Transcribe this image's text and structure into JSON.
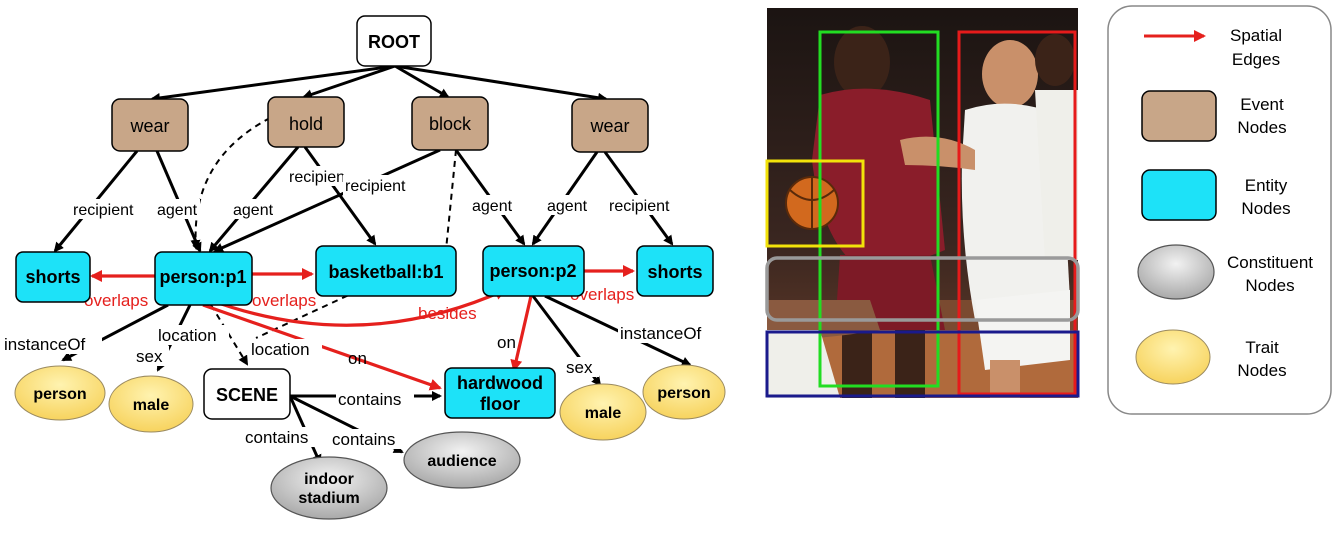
{
  "graph": {
    "nodes": {
      "root": "ROOT",
      "event1": "wear",
      "event2": "hold",
      "event3": "block",
      "event4": "wear",
      "entity_shorts1": "shorts",
      "entity_p1": "person:p1",
      "entity_b1": "basketball:b1",
      "entity_p2": "person:p2",
      "entity_shorts2": "shorts",
      "entity_floor_line1": "hardwood",
      "entity_floor_line2": "floor",
      "scene": "SCENE",
      "trait_person1": "person",
      "trait_male1": "male",
      "trait_male2": "male",
      "trait_person2": "person",
      "constituent_stadium_line1": "indoor",
      "constituent_stadium_line2": "stadium",
      "constituent_audience": "audience"
    },
    "edge_labels": {
      "recipient": "recipient",
      "recipient_cut": "recipien",
      "agent": "agent",
      "overlaps": "overlaps",
      "besides": "besides",
      "on": "on",
      "location": "location",
      "sex": "sex",
      "instanceOf": "instanceOf",
      "contains": "contains"
    }
  },
  "legend": {
    "spatial_edges": [
      "Spatial",
      "Edges"
    ],
    "event_nodes": [
      "Event",
      "Nodes"
    ],
    "entity_nodes": [
      "Entity",
      "Nodes"
    ],
    "constituent_nodes": [
      "Constituent",
      "Nodes"
    ],
    "trait_nodes": [
      "Trait",
      "Nodes"
    ]
  },
  "colors": {
    "event": "#c8a688",
    "entity": "#1de2f8",
    "constituent": "#c9c9c9",
    "trait": "#fde07e",
    "spatial_edge": "#e5201d",
    "box_green": "#22dd22",
    "box_red": "#e61b1b",
    "box_yellow": "#f2e20a",
    "box_gray": "#9a9a9a",
    "box_blue": "#1a1a8c"
  }
}
